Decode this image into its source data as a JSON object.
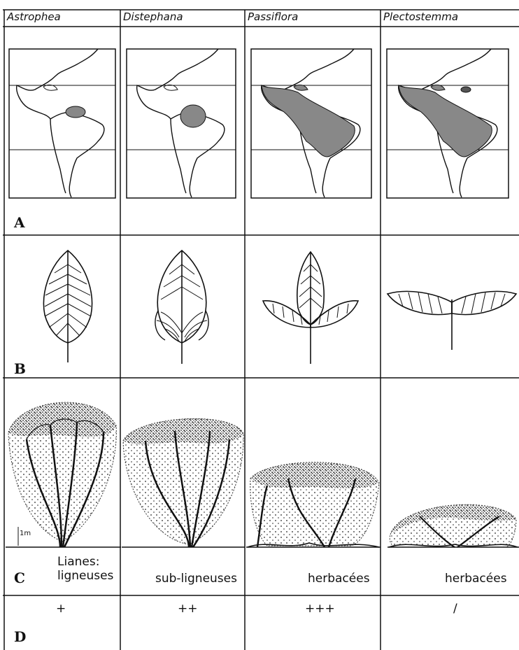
{
  "headers": [
    "Astrophea",
    "Distephana",
    "Passiflora",
    "Plectostemma"
  ],
  "panels": {
    "A": "A",
    "B": "B",
    "C": "C",
    "D": "D"
  },
  "lianes_label": "Lianes:",
  "habit": [
    "ligneuses",
    "sub-ligneuses",
    "herbacées",
    "herbacées"
  ],
  "d_symbols": [
    "+",
    "++",
    "+++",
    "/"
  ],
  "scale": "1m"
}
